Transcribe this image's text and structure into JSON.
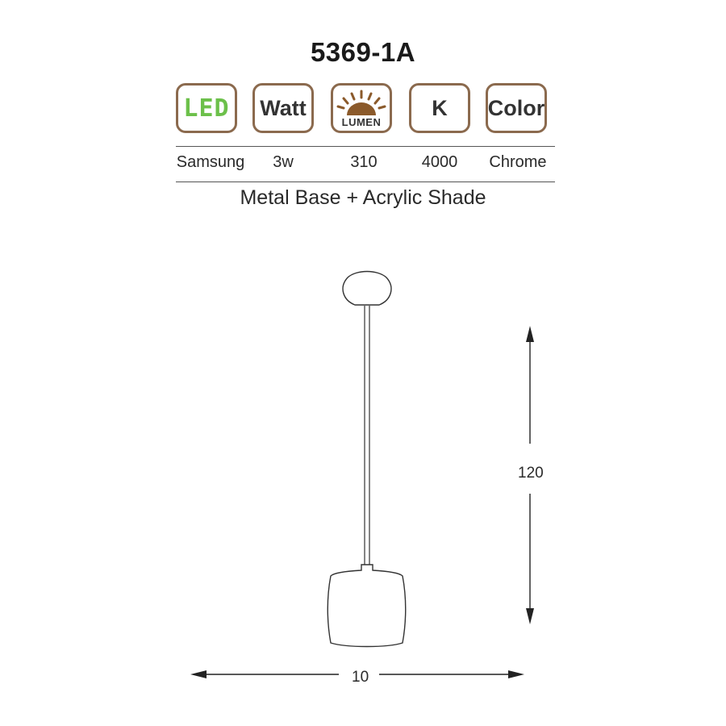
{
  "product": {
    "model": "5369-1A"
  },
  "badges": {
    "led": "LED",
    "watt": "Watt",
    "lumen": "LUMEN",
    "kelvin": "K",
    "color": "Color"
  },
  "specs": {
    "brand": "Samsung",
    "watt": "3w",
    "lumen": "310",
    "kelvin": "4000",
    "color": "Chrome"
  },
  "materials": "Metal Base + Acrylic Shade",
  "dimensions": {
    "height": "120",
    "width": "10"
  },
  "colors": {
    "badge_border": "#8b6a4e",
    "led_green": "#6cc04a",
    "sun_brown": "#8b5a2b"
  }
}
